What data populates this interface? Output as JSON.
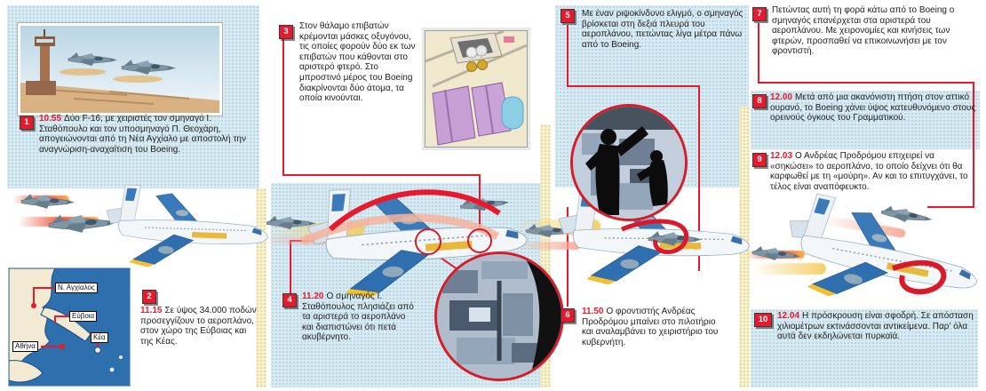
{
  "colors": {
    "accent_red": "#e8192c",
    "panel_blue": "#d8eaf2",
    "strip_yellow": "#f6f1cf",
    "text": "#1d1d1d",
    "sea_blue": "#2e6fae",
    "land_cream": "#f2ead2",
    "livery_blue": "#2f6fb0",
    "livery_yellow": "#f0c030"
  },
  "steps": [
    {
      "num": "1",
      "time": "10.55",
      "text": "Δύο F-16, με χειριστές τον σμηναγό Ι. Σταθόπουλο και τον υποσμηναγό Π. Θεοχάρη, απογειώνονται από τη Νέα Αγχίαλο με αποστολή την αναγνώριση-αναχαίτιση του Boeing."
    },
    {
      "num": "2",
      "time": "11.15",
      "text": "Σε ύψος 34.000 ποδών προσεγγίζουν το αεροπλάνο, στον χώρο της Εύβοιας και της Κέας."
    },
    {
      "num": "3",
      "time": "",
      "text": "Στον θάλαμο επιβατών κρέμονται μάσκες οξυγόνου, τις οποίες φορούν δύο εκ των επιβατών που κάθονται στο αριστερό φτερό. Στο μπροστινό μέρος του Boeing διακρίνονται δύο άτομα, τα οποία κινούνται."
    },
    {
      "num": "4",
      "time": "11.20",
      "text": "Ο σμηναγός Ι. Σταθόπουλος πλησιάζει από τα αριστερά το αεροπλάνο και διαπιστώνει ότι πετά ακυβέρνητο."
    },
    {
      "num": "5",
      "time": "",
      "text": "Με έναν ριψοκίνδυνο ελιγμό, ο σμηναγός βρίσκεται στη δεξιά πλευρά του αεροπλάνου, πετώντας λίγα μέτρα πάνω από το Boeing."
    },
    {
      "num": "6",
      "time": "11.50",
      "text": "Ο φροντιστής Ανδρέας Προδρόμου μπαίνει στο πιλοτήριο και αναλαμβάνει το χειριστήριο του κυβερνήτη."
    },
    {
      "num": "7",
      "time": "",
      "text": "Πετώντας αυτή τη φορά κάτω από το Boeing ο σμηναγός επανέρχεται στα αριστερά του αεροπλάνου. Με χειρονομίες και κινήσεις των φτερών, προσπαθεί να επικοινωνήσει με τον φροντιστή."
    },
    {
      "num": "8",
      "time": "12.00",
      "text": "Μετά από μια ακανόνιστη πτήση στον αττικό ουρανό, το Boeing χάνει ύψος κατευθυνόμενο στους ορεινούς όγκους του Γραμματικού."
    },
    {
      "num": "9",
      "time": "12.03",
      "text": "Ο Ανδρέας Προδρόμου επιχειρεί να «σηκώσει» το αεροπλάνο, το οποίο δείχνει ότι θα καρφωθεί με τη «μούρη». Αν και το επιτυγχάνει, το τέλος είναι αναπόφευκτο."
    },
    {
      "num": "10",
      "time": "12.04",
      "text": "Η πρόσκρουση είναι σφοδρή. Σε απόσταση χιλιομέτρων εκτινάσσονται αντικείμενα. Παρ' όλα αυτά δεν εκδηλώνεται πυρκαϊά."
    }
  ],
  "map": {
    "labels": {
      "anchialos": "Ν. Αγχίαλος",
      "evia": "Εύβοια",
      "kea": "Κέα",
      "athens": "Αθήνα"
    }
  }
}
